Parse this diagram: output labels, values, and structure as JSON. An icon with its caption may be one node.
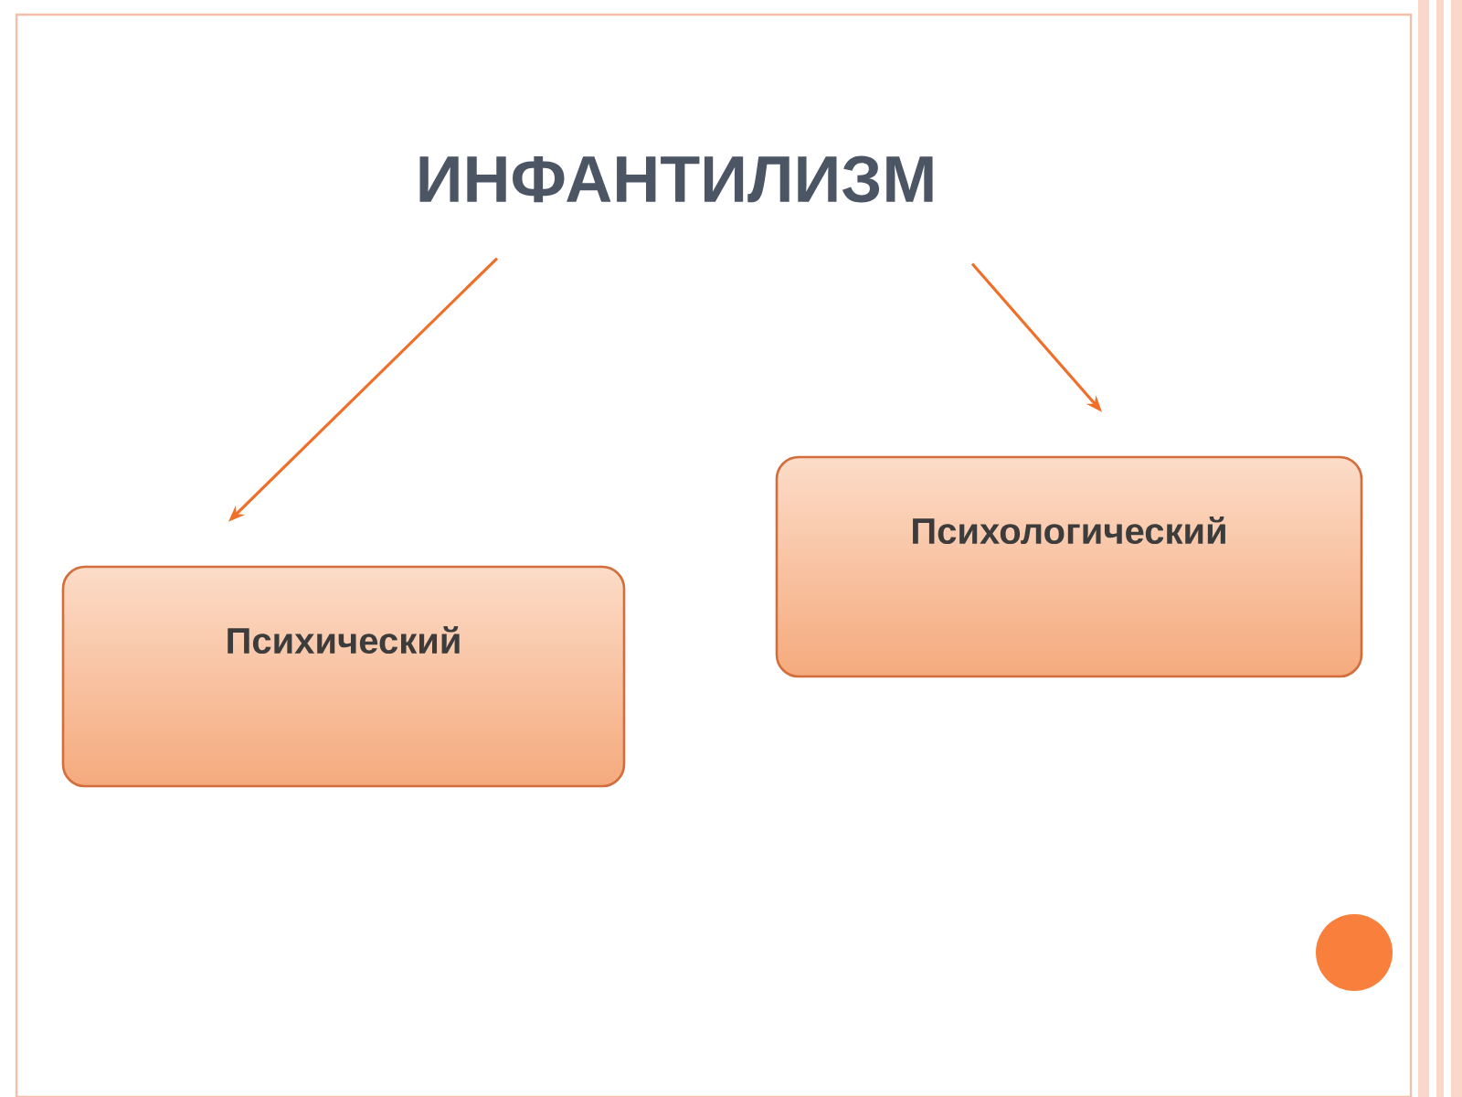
{
  "diagram": {
    "nodes": [
      {
        "text": [
          "ИНФАНТИЛИЗМ"
        ]
      },
      {
        "text": [
          "Психический"
        ]
      },
      {
        "text": [
          "Психологический"
        ]
      }
    ],
    "edges": [
      {
        "from": 0,
        "to": 1,
        "arrow": "to"
      },
      {
        "from": 0,
        "to": 2,
        "arrow": "to"
      }
    ]
  }
}
